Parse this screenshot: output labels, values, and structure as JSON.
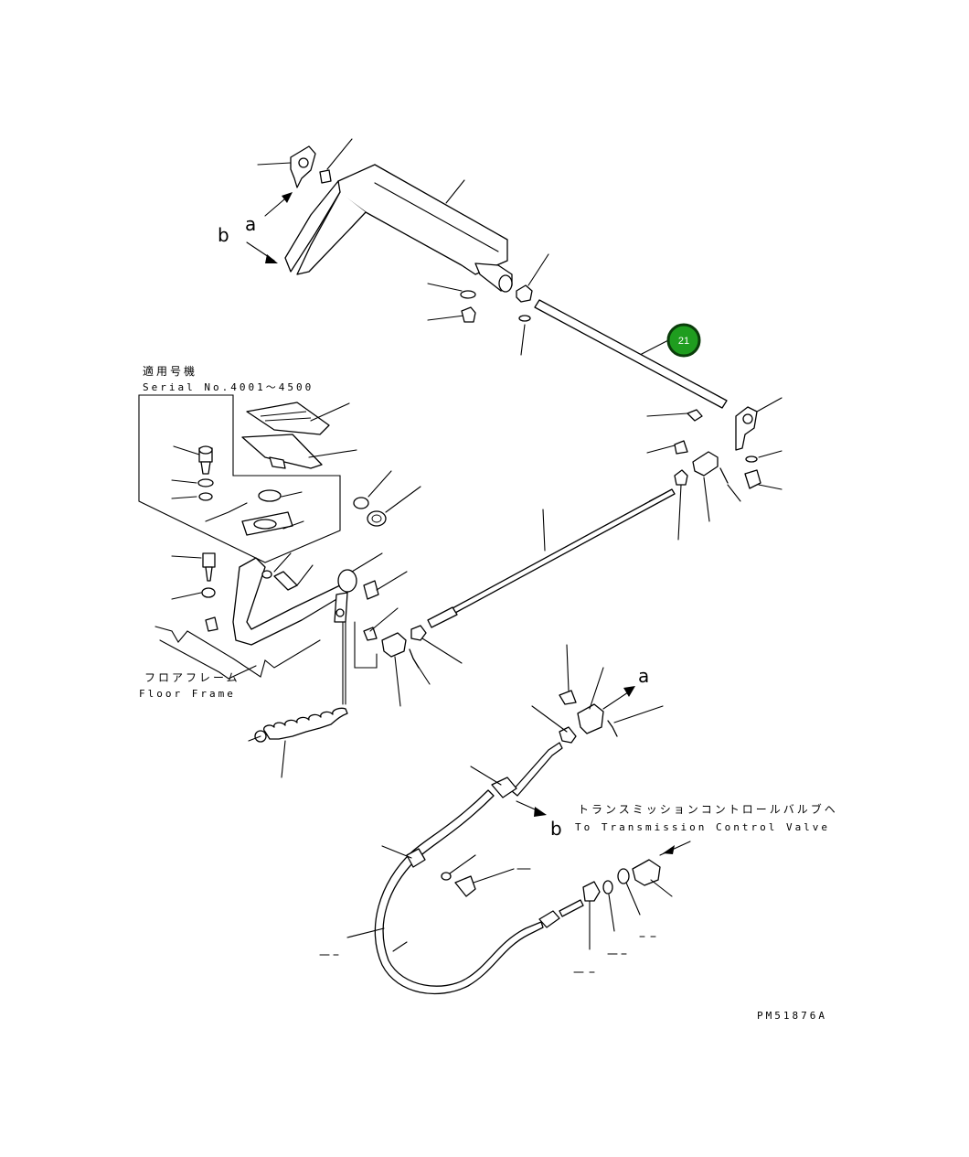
{
  "diagram": {
    "marker_a": "a",
    "marker_b": "b",
    "serial": {
      "japanese": "適用号機",
      "english": "Serial No.4001～4500"
    },
    "floor_frame": {
      "japanese": "フロアフレーム",
      "english": "Floor Frame"
    },
    "transmission": {
      "japanese": "トランスミッションコントロールバルブヘ",
      "english": "To Transmission Control Valve"
    },
    "callout": {
      "number": "21",
      "color": "#1f9d1f"
    },
    "drawing_code": "PM51876A"
  }
}
